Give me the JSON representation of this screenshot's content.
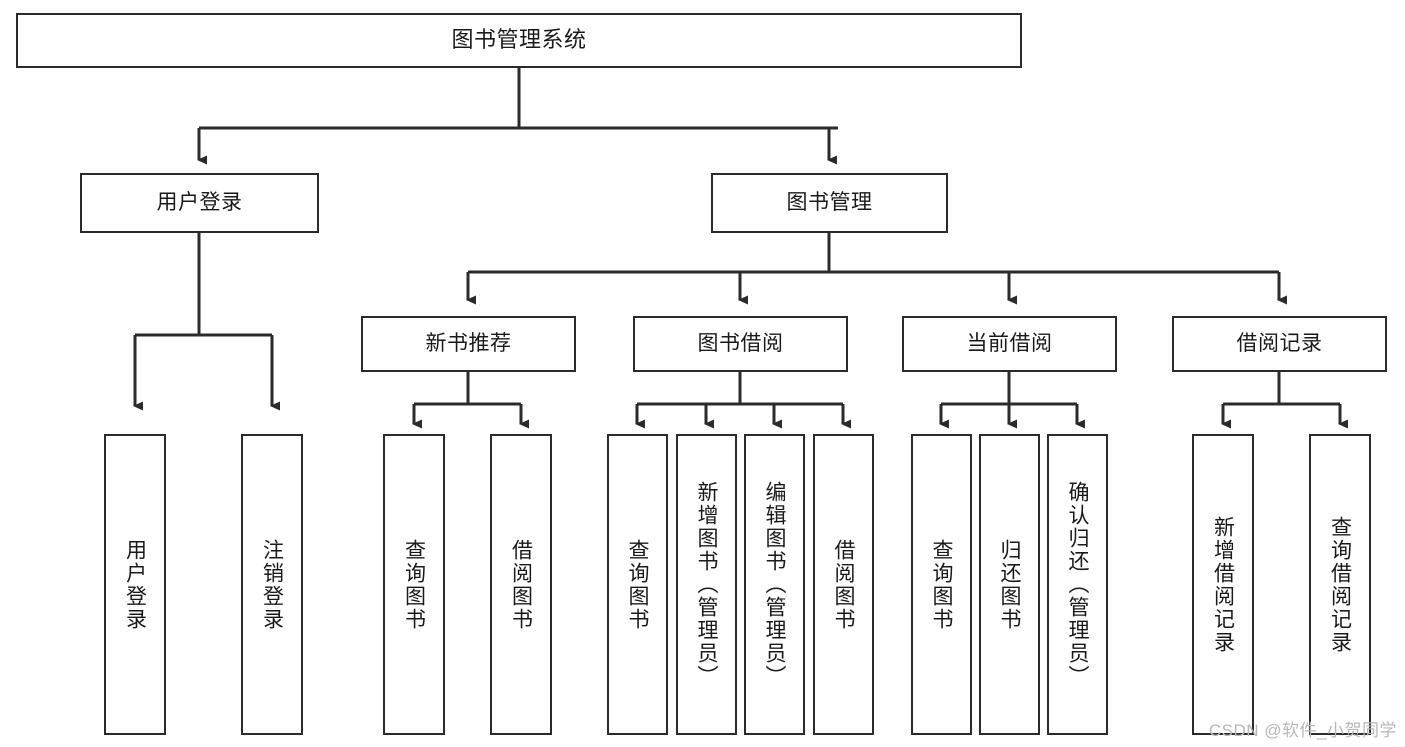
{
  "diagram": {
    "title": "图书管理系统",
    "type": "hierarchy-tree",
    "watermark": "CSDN @软件_小贺同学",
    "colors": {
      "stroke": "#2b2b2b",
      "fill": "#ffffff",
      "text": "#1a1a1a",
      "watermark": "#b8b8b8"
    },
    "nodes": {
      "root": {
        "label": "图书管理系统"
      },
      "level2": [
        {
          "id": "user-login",
          "label": "用户登录"
        },
        {
          "id": "book-manage",
          "label": "图书管理"
        }
      ],
      "level3": [
        {
          "id": "new-book-recommend",
          "label": "新书推荐"
        },
        {
          "id": "book-borrow",
          "label": "图书借阅"
        },
        {
          "id": "current-borrow",
          "label": "当前借阅"
        },
        {
          "id": "borrow-record",
          "label": "借阅记录"
        }
      ],
      "leaves": {
        "user-login": [
          {
            "id": "leaf-user-login",
            "label": "用户登录"
          },
          {
            "id": "leaf-logout",
            "label": "注销登录"
          }
        ],
        "new-book-recommend": [
          {
            "id": "leaf-query-book-1",
            "label": "查询图书"
          },
          {
            "id": "leaf-borrow-book-1",
            "label": "借阅图书"
          }
        ],
        "book-borrow": [
          {
            "id": "leaf-query-book-2",
            "label": "查询图书"
          },
          {
            "id": "leaf-add-book",
            "label": "新增图书（管理员）"
          },
          {
            "id": "leaf-edit-book",
            "label": "编辑图书（管理员）"
          },
          {
            "id": "leaf-borrow-book-2",
            "label": "借阅图书"
          }
        ],
        "current-borrow": [
          {
            "id": "leaf-query-book-3",
            "label": "查询图书"
          },
          {
            "id": "leaf-return-book",
            "label": "归还图书"
          },
          {
            "id": "leaf-confirm-return",
            "label": "确认归还（管理员）"
          }
        ],
        "borrow-record": [
          {
            "id": "leaf-add-record",
            "label": "新增借阅记录"
          },
          {
            "id": "leaf-query-record",
            "label": "查询借阅记录"
          }
        ]
      }
    }
  }
}
